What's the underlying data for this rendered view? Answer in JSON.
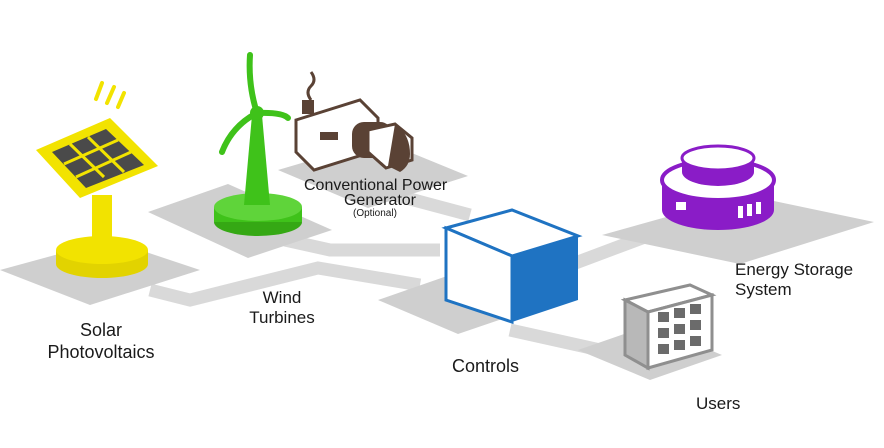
{
  "labels": {
    "solar_line1": "Solar",
    "solar_line2": "Photovoltaics",
    "wind_line1": "Wind",
    "wind_line2": "Turbines",
    "generator_line1": "Conventional Power",
    "generator_line2": "Generator",
    "generator_note": "(Optional)",
    "controls": "Controls",
    "storage_line1": "Energy Storage",
    "storage_line2": "System",
    "users": "Users"
  },
  "colors": {
    "platform": "#cfcfcf",
    "connector": "#d9d9d9",
    "solar": "#f2e300",
    "wind": "#3fc21a",
    "generator": "#5a4235",
    "controls": "#1f73c2",
    "storage": "#8a1cc7",
    "building": "#8f8f8f"
  },
  "icons": [
    "solar-panel-icon",
    "wind-turbine-icon",
    "generator-icon",
    "controls-cube-icon",
    "energy-storage-icon",
    "building-icon"
  ]
}
